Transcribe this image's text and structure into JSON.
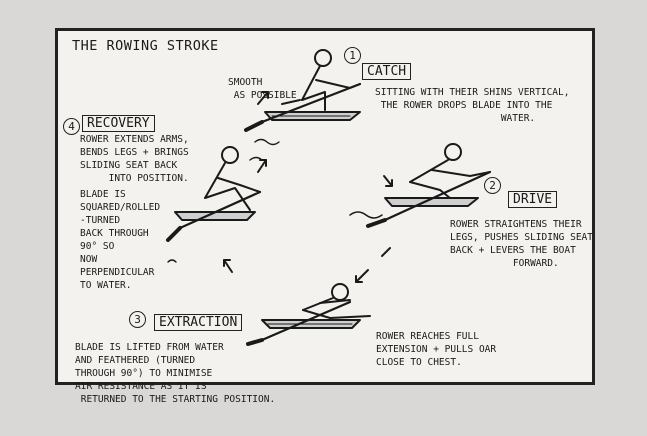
{
  "diagram": {
    "title": "THE ROWING STROKE",
    "annotation_smooth": "SMOOTH\n AS POSSIBLE",
    "steps": [
      {
        "number": "1",
        "name": "CATCH",
        "description": "SITTING WITH THEIR SHINS VERTICAL,\n THE ROWER DROPS BLADE INTO THE\n                      WATER."
      },
      {
        "number": "2",
        "name": "DRIVE",
        "description": "ROWER STRAIGHTENS THEIR\nLEGS, PUSHES SLIDING SEAT\nBACK + LEVERS THE BOAT\n           FORWARD."
      },
      {
        "number": "3",
        "name": "EXTRACTION",
        "description": "BLADE IS LIFTED FROM WATER\nAND FEATHERED (TURNED\nTHROUGH 90°) TO MINIMISE\nAIR RESISTANCE AS IT IS\n RETURNED TO THE STARTING POSITION."
      },
      {
        "number": "4",
        "name": "RECOVERY",
        "description": "ROWER EXTENDS ARMS,\nBENDS LEGS + BRINGS\nSLIDING SEAT BACK\n     INTO POSITION."
      }
    ],
    "recovery_blade_note": "BLADE IS\nSQUARED/ROLLED\n-TURNED\nBACK THROUGH\n90° SO\nNOW\nPERPENDICULAR\nTO WATER.",
    "extraction_note": "ROWER REACHES FULL\nEXTENSION + PULLS OAR\nCLOSE TO CHEST."
  }
}
